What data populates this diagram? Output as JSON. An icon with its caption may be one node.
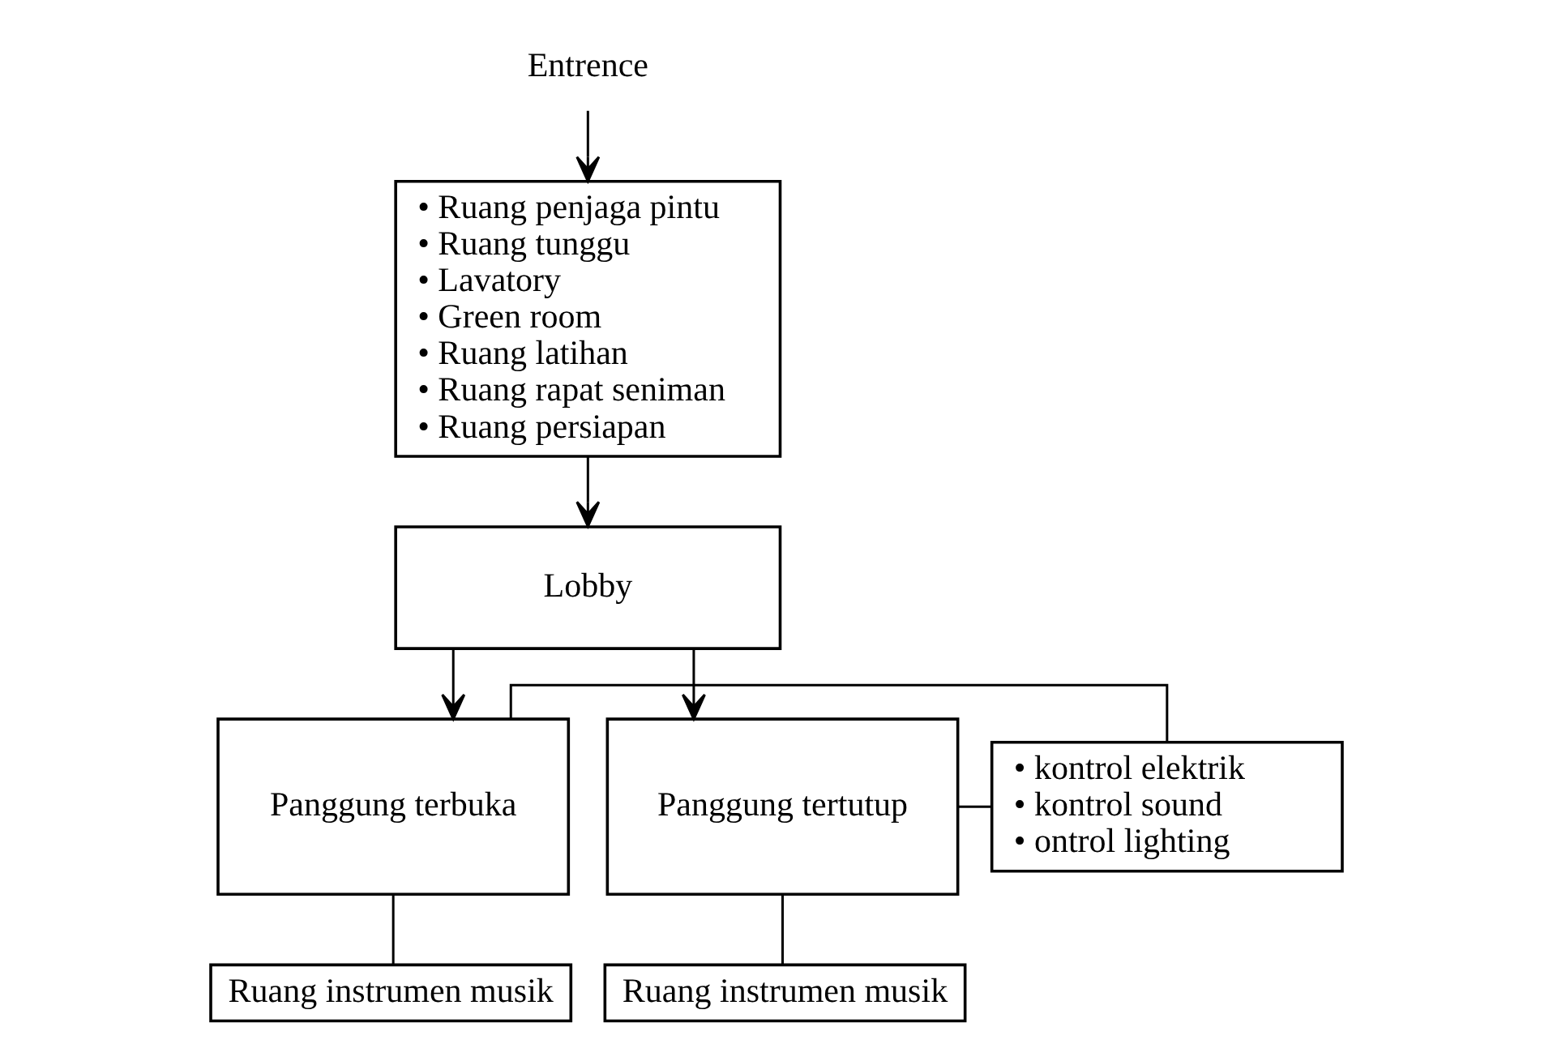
{
  "diagram": {
    "nodes": [
      {
        "text": [
          "Entrence"
        ]
      },
      {
        "text": [
          "• Ruang penjaga pintu",
          "• Ruang tunggu",
          "• Lavatory",
          "• Green room",
          "• Ruang latihan",
          "• Ruang rapat seniman",
          "• Ruang persiapan"
        ]
      },
      {
        "text": [
          "Lobby"
        ]
      },
      {
        "text": [
          "Panggung terbuka"
        ]
      },
      {
        "text": [
          "• kontrol elektrik",
          "• kontrol sound",
          "• ontrol lighting"
        ]
      },
      {
        "text": [
          "Panggung tertutup"
        ]
      },
      {
        "text": [
          "Ruang instrumen musik"
        ]
      },
      {
        "text": [
          "Ruang instrumen musik"
        ]
      }
    ],
    "edges": [
      {
        "from": 0,
        "to": 1,
        "arrow": "to"
      },
      {
        "from": 1,
        "to": 2,
        "arrow": "to"
      },
      {
        "from": 2,
        "to": 3,
        "arrow": "to"
      },
      {
        "from": 2,
        "to": 5,
        "arrow": "to"
      },
      {
        "from": 3,
        "to": 4,
        "arrow": "none"
      },
      {
        "from": 4,
        "to": 5,
        "arrow": "none"
      },
      {
        "from": 3,
        "to": 6,
        "arrow": "none"
      },
      {
        "from": 5,
        "to": 7,
        "arrow": "none"
      }
    ]
  }
}
